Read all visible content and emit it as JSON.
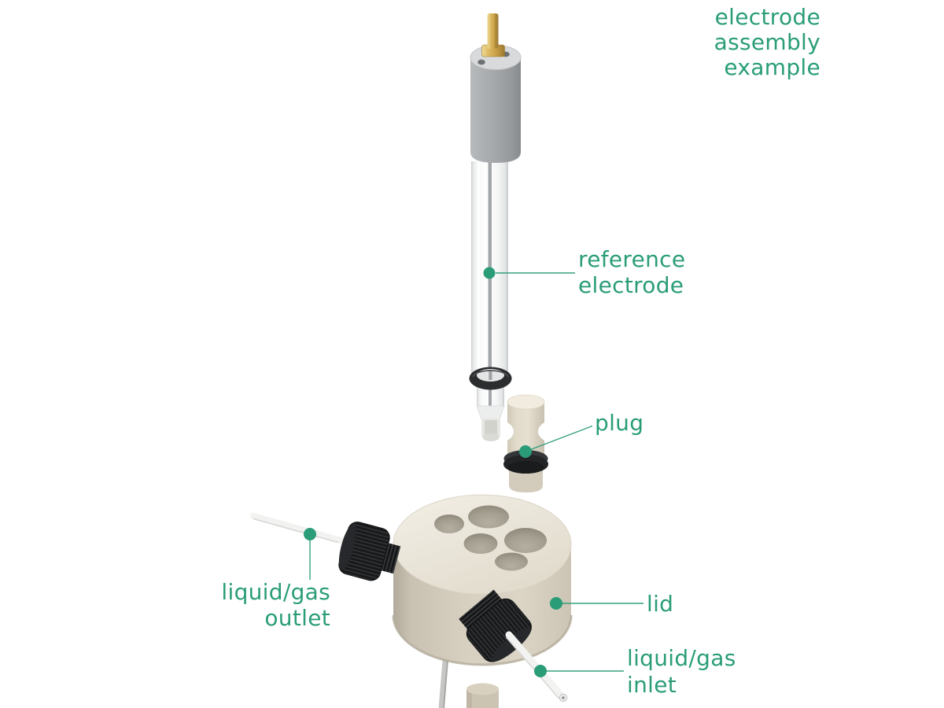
{
  "title": {
    "lines": [
      "electrode",
      "assembly",
      "example"
    ]
  },
  "labels": {
    "reference_electrode": {
      "lines": [
        "reference",
        "electrode"
      ]
    },
    "plug": "plug",
    "outlet": {
      "lines": [
        "liquid/gas",
        "outlet"
      ]
    },
    "lid": "lid",
    "inlet": {
      "lines": [
        "liquid/gas",
        "inlet"
      ]
    }
  },
  "colors": {
    "accent_green": "#2a9d78",
    "lid_beige_top": "#efeadf",
    "lid_beige_side": "#d7cfc0",
    "plug_beige": "#ddd6c6",
    "cap_gray": "#a3a6a8",
    "pin_gold": "#d4ae57",
    "oring_black": "#2a2c2e",
    "fitting_black": "#141516",
    "tube_white": "#f3f3f1",
    "background": "#ffffff"
  }
}
